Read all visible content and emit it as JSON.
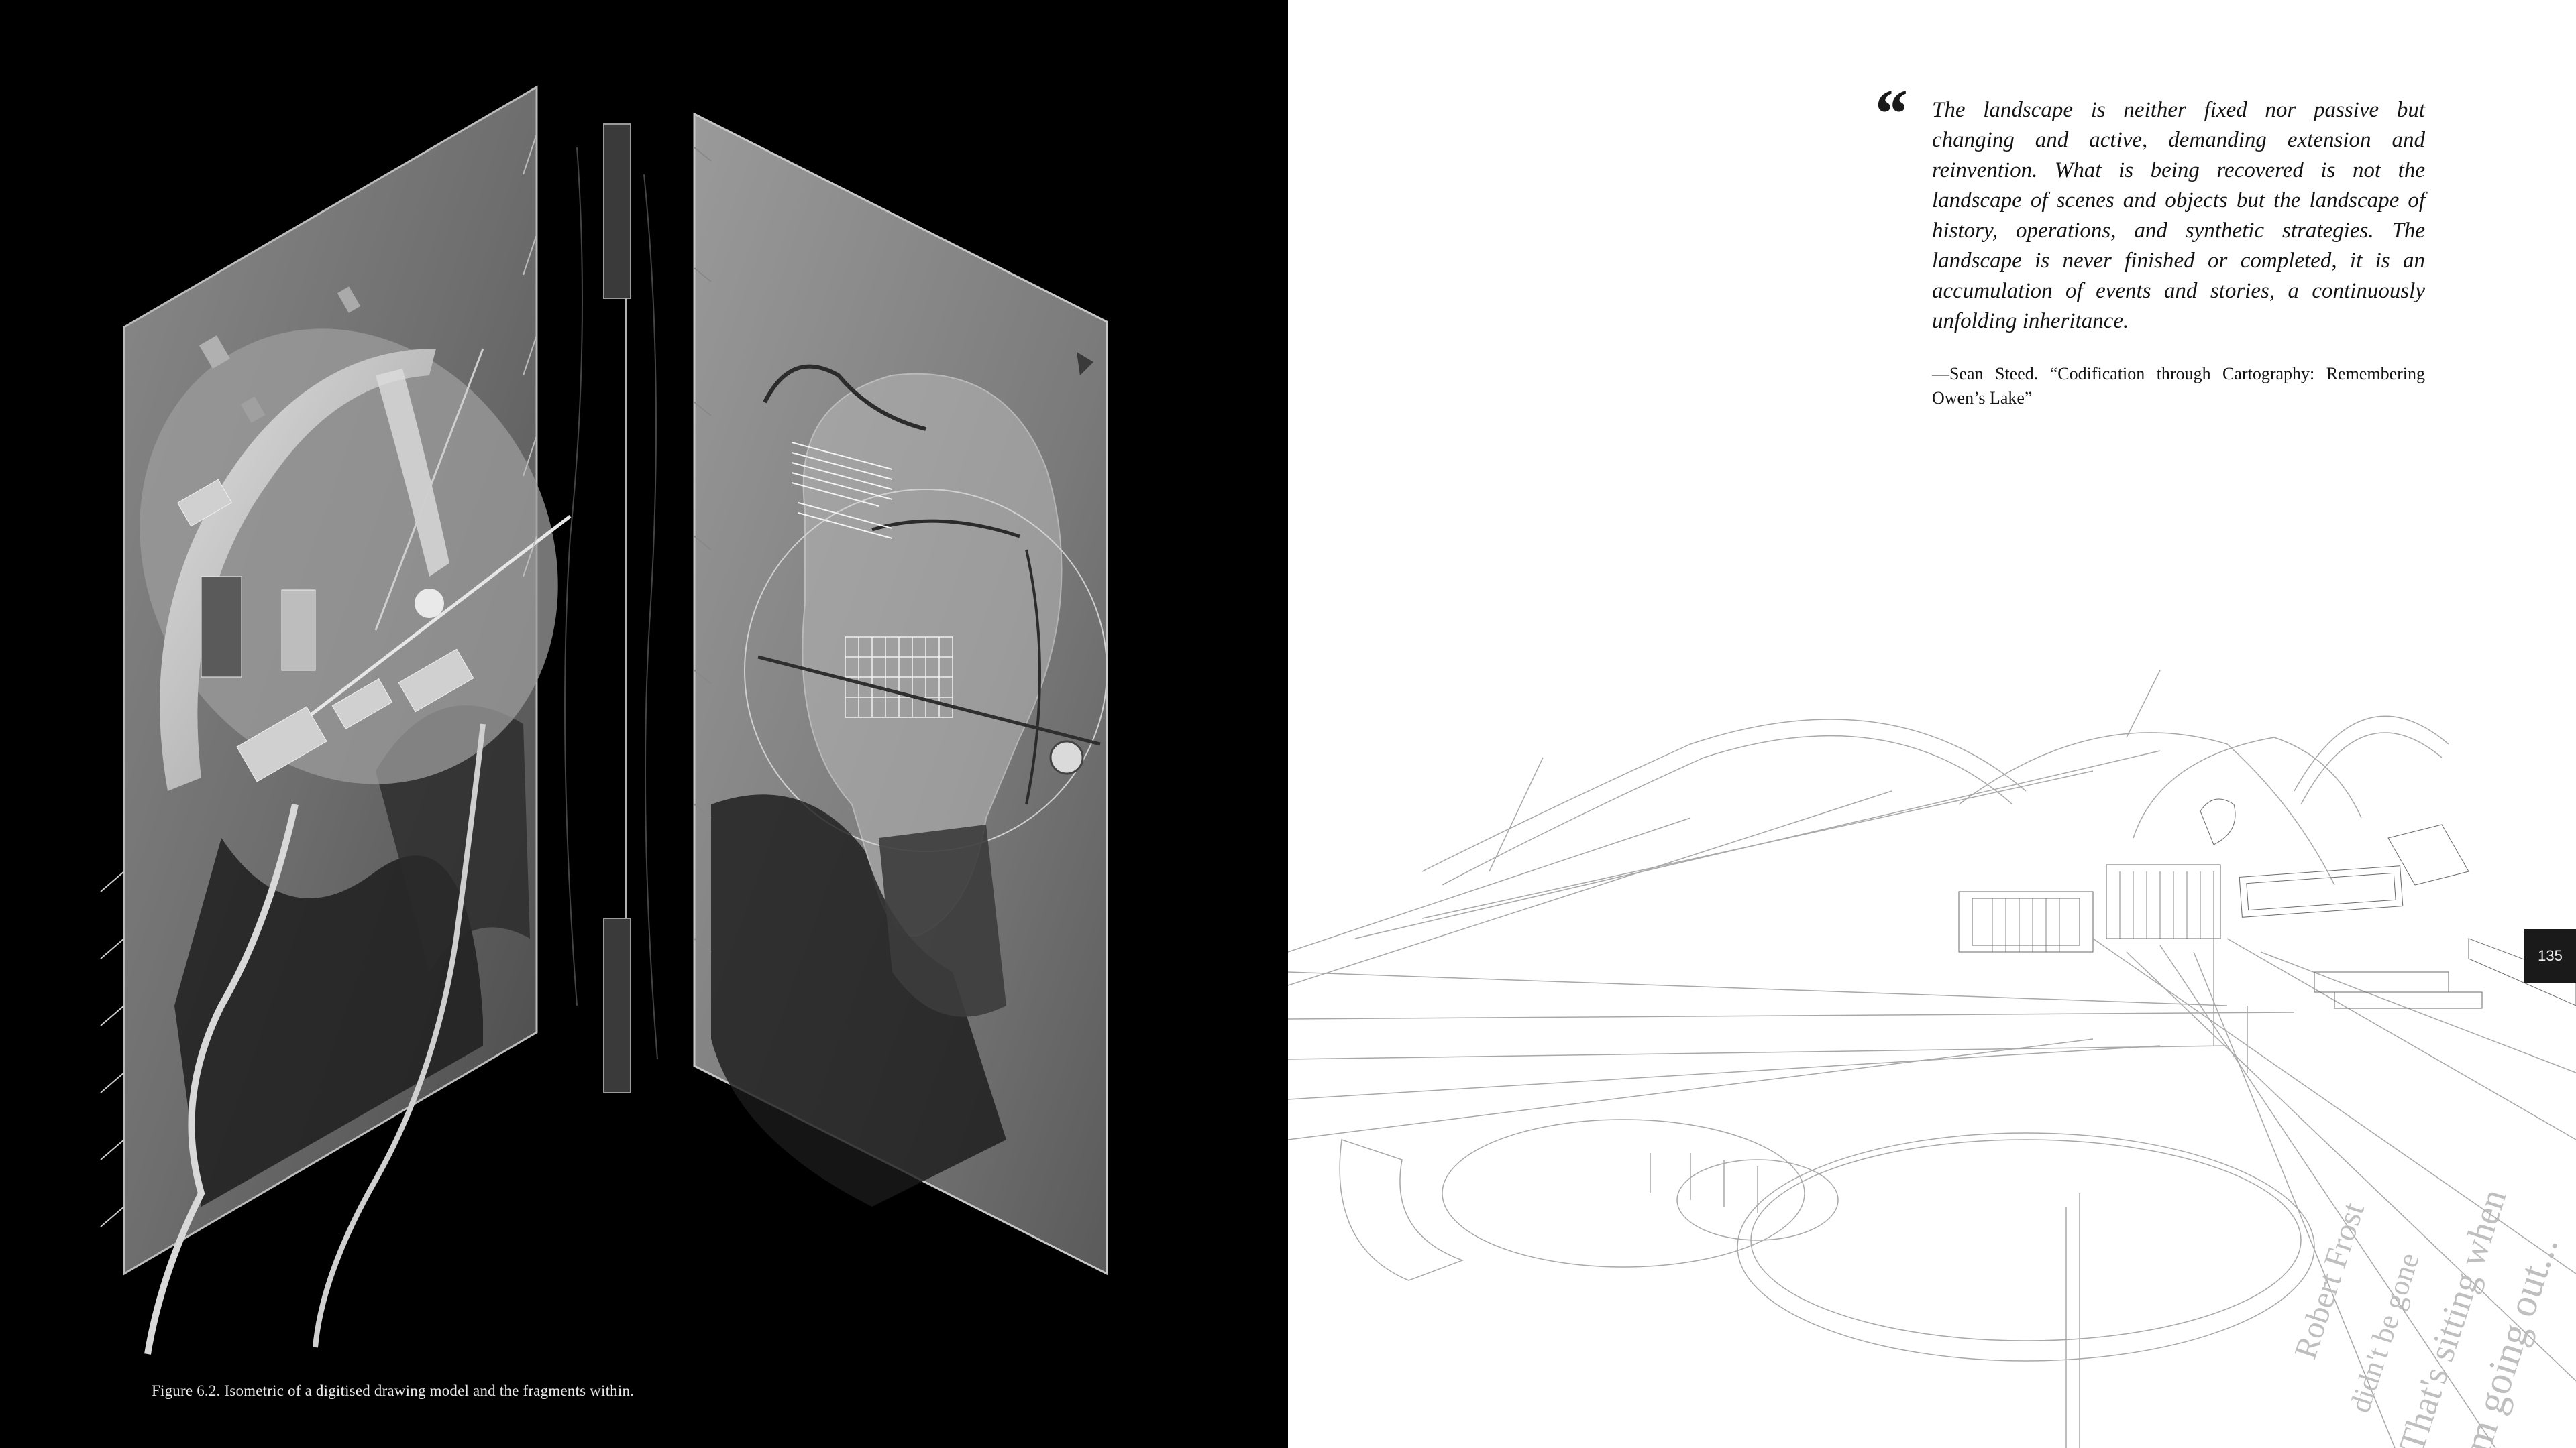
{
  "left_page": {
    "caption": "Figure 6.2. Isometric of a digitised drawing model and the fragments within.",
    "image_description_icon": "isometric-model-illustration"
  },
  "right_page": {
    "quote_mark": "“",
    "quote": "The landscape is neither fixed nor passive but changing and active, demanding extension and reinvention. What is being recovered is not the landscape of scenes and objects but the landscape of history, operations, and synthetic strategies. The landscape is never finished or completed, it is an accumulation of events and stories, a continuously unfolding inheritance.",
    "attribution": "—Sean Steed. “Codification through Cartography: Remembering Owen’s Lake”",
    "page_number": "135",
    "wireframe_text": {
      "line1": "Robert Frost",
      "line2": "didn't be gone",
      "line3": "That's sitting when",
      "line4": "I'm going out..."
    }
  },
  "colors": {
    "left_background": "#000000",
    "right_background": "#ffffff",
    "page_tab": "#1a1a1a"
  }
}
